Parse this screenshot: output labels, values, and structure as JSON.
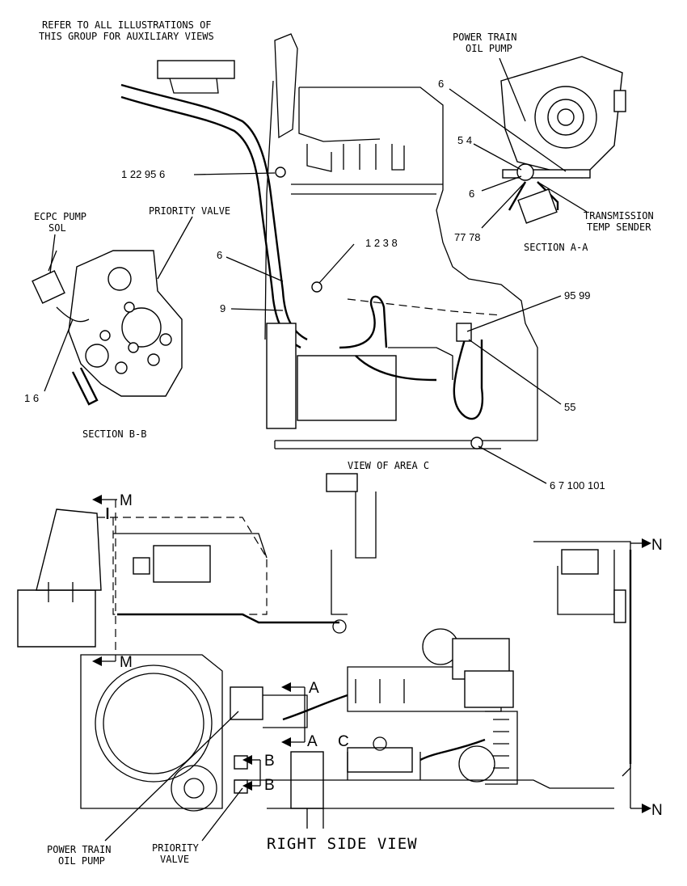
{
  "notes": {
    "refer_line1": "REFER TO ALL ILLUSTRATIONS OF",
    "refer_line2": "THIS GROUP FOR AUXILIARY VIEWS"
  },
  "section_a": {
    "pump_title_line1": "POWER TRAIN",
    "pump_title_line2": "OIL PUMP",
    "callout_6_top": "6",
    "callout_5_4": "5 4",
    "callout_6_mid": "6",
    "callout_77_78": "77 78",
    "sender_line1": "TRANSMISSION",
    "sender_line2": "TEMP SENDER",
    "caption": "SECTION A-A"
  },
  "section_b": {
    "ecpc_line1": "ECPC PUMP",
    "ecpc_line2": "SOL",
    "priority_valve": "PRIORITY VALVE",
    "callout_1_6": "1 6",
    "caption": "SECTION B-B"
  },
  "area_c": {
    "callout_1_22_95_6": "1 22 95 6",
    "callout_1_2_3_8": "1 2 3 8",
    "callout_6": "6",
    "callout_9": "9",
    "callout_95_99": "95 99",
    "callout_55": "55",
    "callout_6_7_100_101": "6 7 100 101",
    "caption": "VIEW OF AREA C"
  },
  "main_view": {
    "marker_m_top": "M",
    "marker_m_bottom": "M",
    "marker_n_top": "N",
    "marker_n_bottom": "N",
    "marker_a_top": "A",
    "marker_a_bottom": "A",
    "marker_b_top": "B",
    "marker_b_bottom": "B",
    "marker_c": "C",
    "pump_line1": "POWER TRAIN",
    "pump_line2": "OIL PUMP",
    "valve_line1": "PRIORITY",
    "valve_line2": "VALVE",
    "title": "RIGHT SIDE VIEW"
  }
}
